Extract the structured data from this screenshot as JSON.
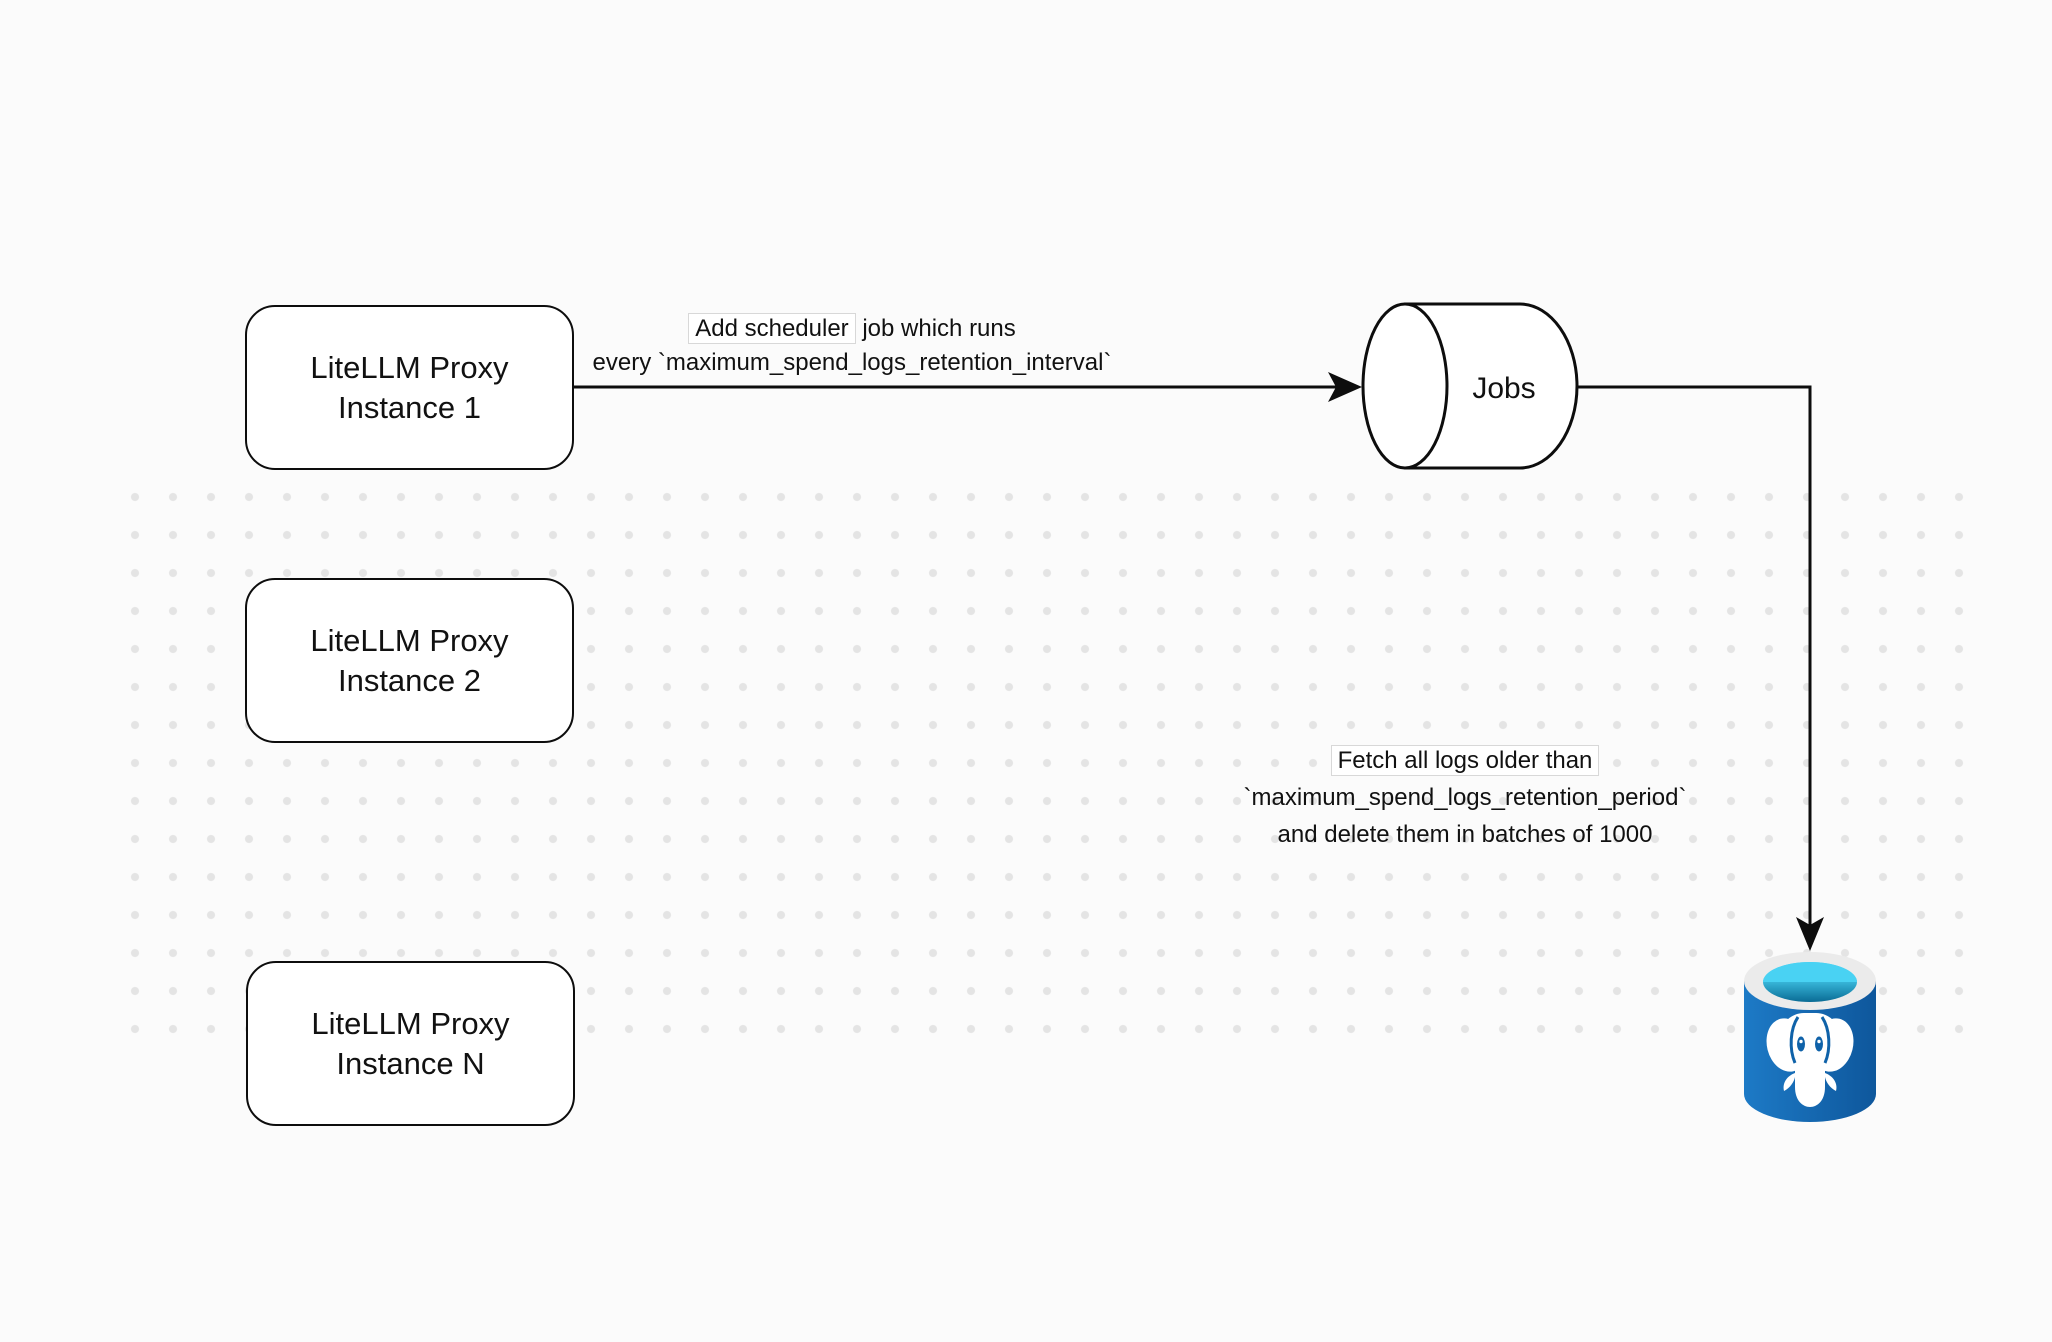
{
  "diagram": {
    "title": "LiteLLM spend logs cleanup scheduler diagram",
    "background_color": "#fbfbfb",
    "dot_color": "#e4e4e4",
    "stroke_color": "#0d0d0d",
    "nodes": {
      "instance1": {
        "line1": "LiteLLM Proxy",
        "line2": "Instance 1"
      },
      "instance2": {
        "line1": "LiteLLM Proxy",
        "line2": "Instance 2"
      },
      "instanceN": {
        "line1": "LiteLLM Proxy",
        "line2": "Instance N"
      },
      "jobs": {
        "label": "Jobs"
      },
      "postgres": {
        "icon": "postgresql-database-icon",
        "body_color": "#1268b3",
        "water_color": "#49d2f3",
        "rim_color": "#ebebeb"
      }
    },
    "edges": {
      "scheduler": {
        "line1_boxed": "Add scheduler",
        "line1_rest": " job which runs",
        "line2": "every `maximum_spend_logs_retention_interval`"
      },
      "cleanup": {
        "line1": "Fetch all logs older than",
        "line2": "`maximum_spend_logs_retention_period`",
        "line3": "and delete them in batches of 1000"
      }
    }
  }
}
